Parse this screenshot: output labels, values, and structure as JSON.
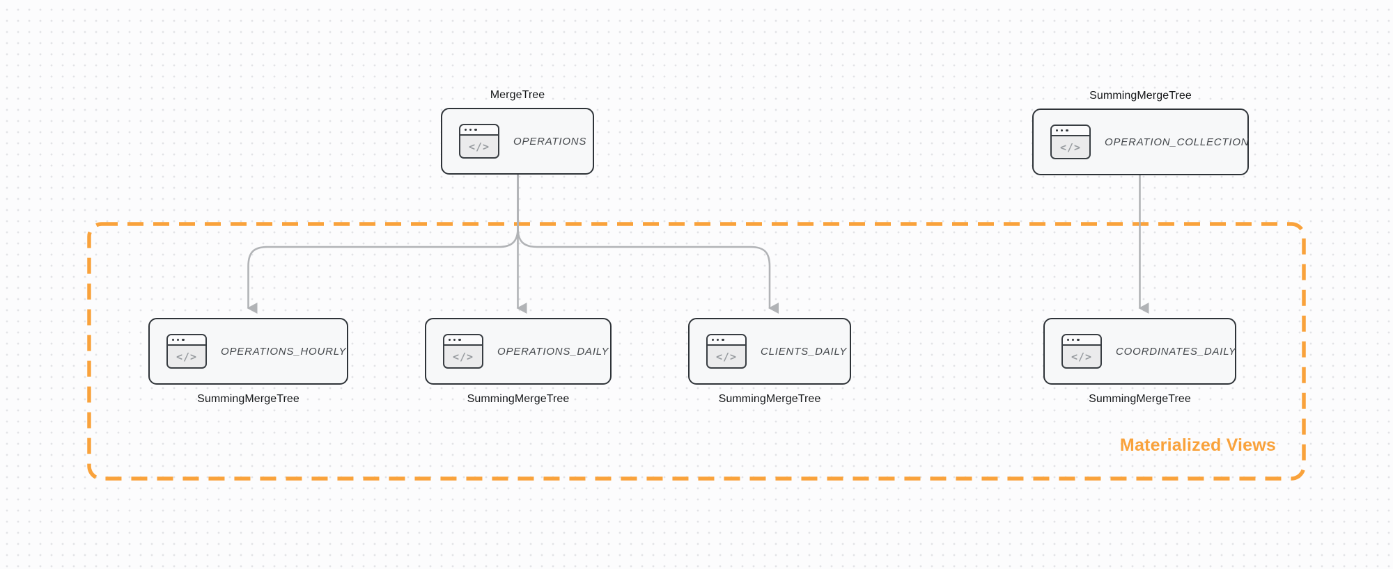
{
  "canvas": {
    "background_color": "#fcfcfd",
    "grid_dot_color": "#e2e3e6"
  },
  "icons": {
    "code_glyph": "</>"
  },
  "group": {
    "label": "Materialized Views",
    "accent_color": "#F9A23B"
  },
  "styles": {
    "node_border_color": "#2e3338",
    "node_fill_color": "#f7f8f9",
    "node_text_color": "#43474b",
    "engine_text_color": "#16181a",
    "edge_color": "#b1b3b6"
  },
  "nodes": [
    {
      "id": "operations",
      "table": "OPERATIONS",
      "engine": "MergeTree",
      "engine_label_position": "above"
    },
    {
      "id": "operation-collection",
      "table": "OPERATION_COLLECTION",
      "engine": "SummingMergeTree",
      "engine_label_position": "above"
    },
    {
      "id": "operations-hourly",
      "table": "OPERATIONS_HOURLY",
      "engine": "SummingMergeTree",
      "engine_label_position": "below"
    },
    {
      "id": "operations-daily",
      "table": "OPERATIONS_DAILY",
      "engine": "SummingMergeTree",
      "engine_label_position": "below"
    },
    {
      "id": "clients-daily",
      "table": "CLIENTS_DAILY",
      "engine": "SummingMergeTree",
      "engine_label_position": "below"
    },
    {
      "id": "coordinates-daily",
      "table": "COORDINATES_DAILY",
      "engine": "SummingMergeTree",
      "engine_label_position": "below"
    }
  ],
  "edges": [
    {
      "from": "OPERATIONS",
      "to": "OPERATIONS_HOURLY"
    },
    {
      "from": "OPERATIONS",
      "to": "OPERATIONS_DAILY"
    },
    {
      "from": "OPERATIONS",
      "to": "CLIENTS_DAILY"
    },
    {
      "from": "OPERATION_COLLECTION",
      "to": "COORDINATES_DAILY"
    }
  ]
}
